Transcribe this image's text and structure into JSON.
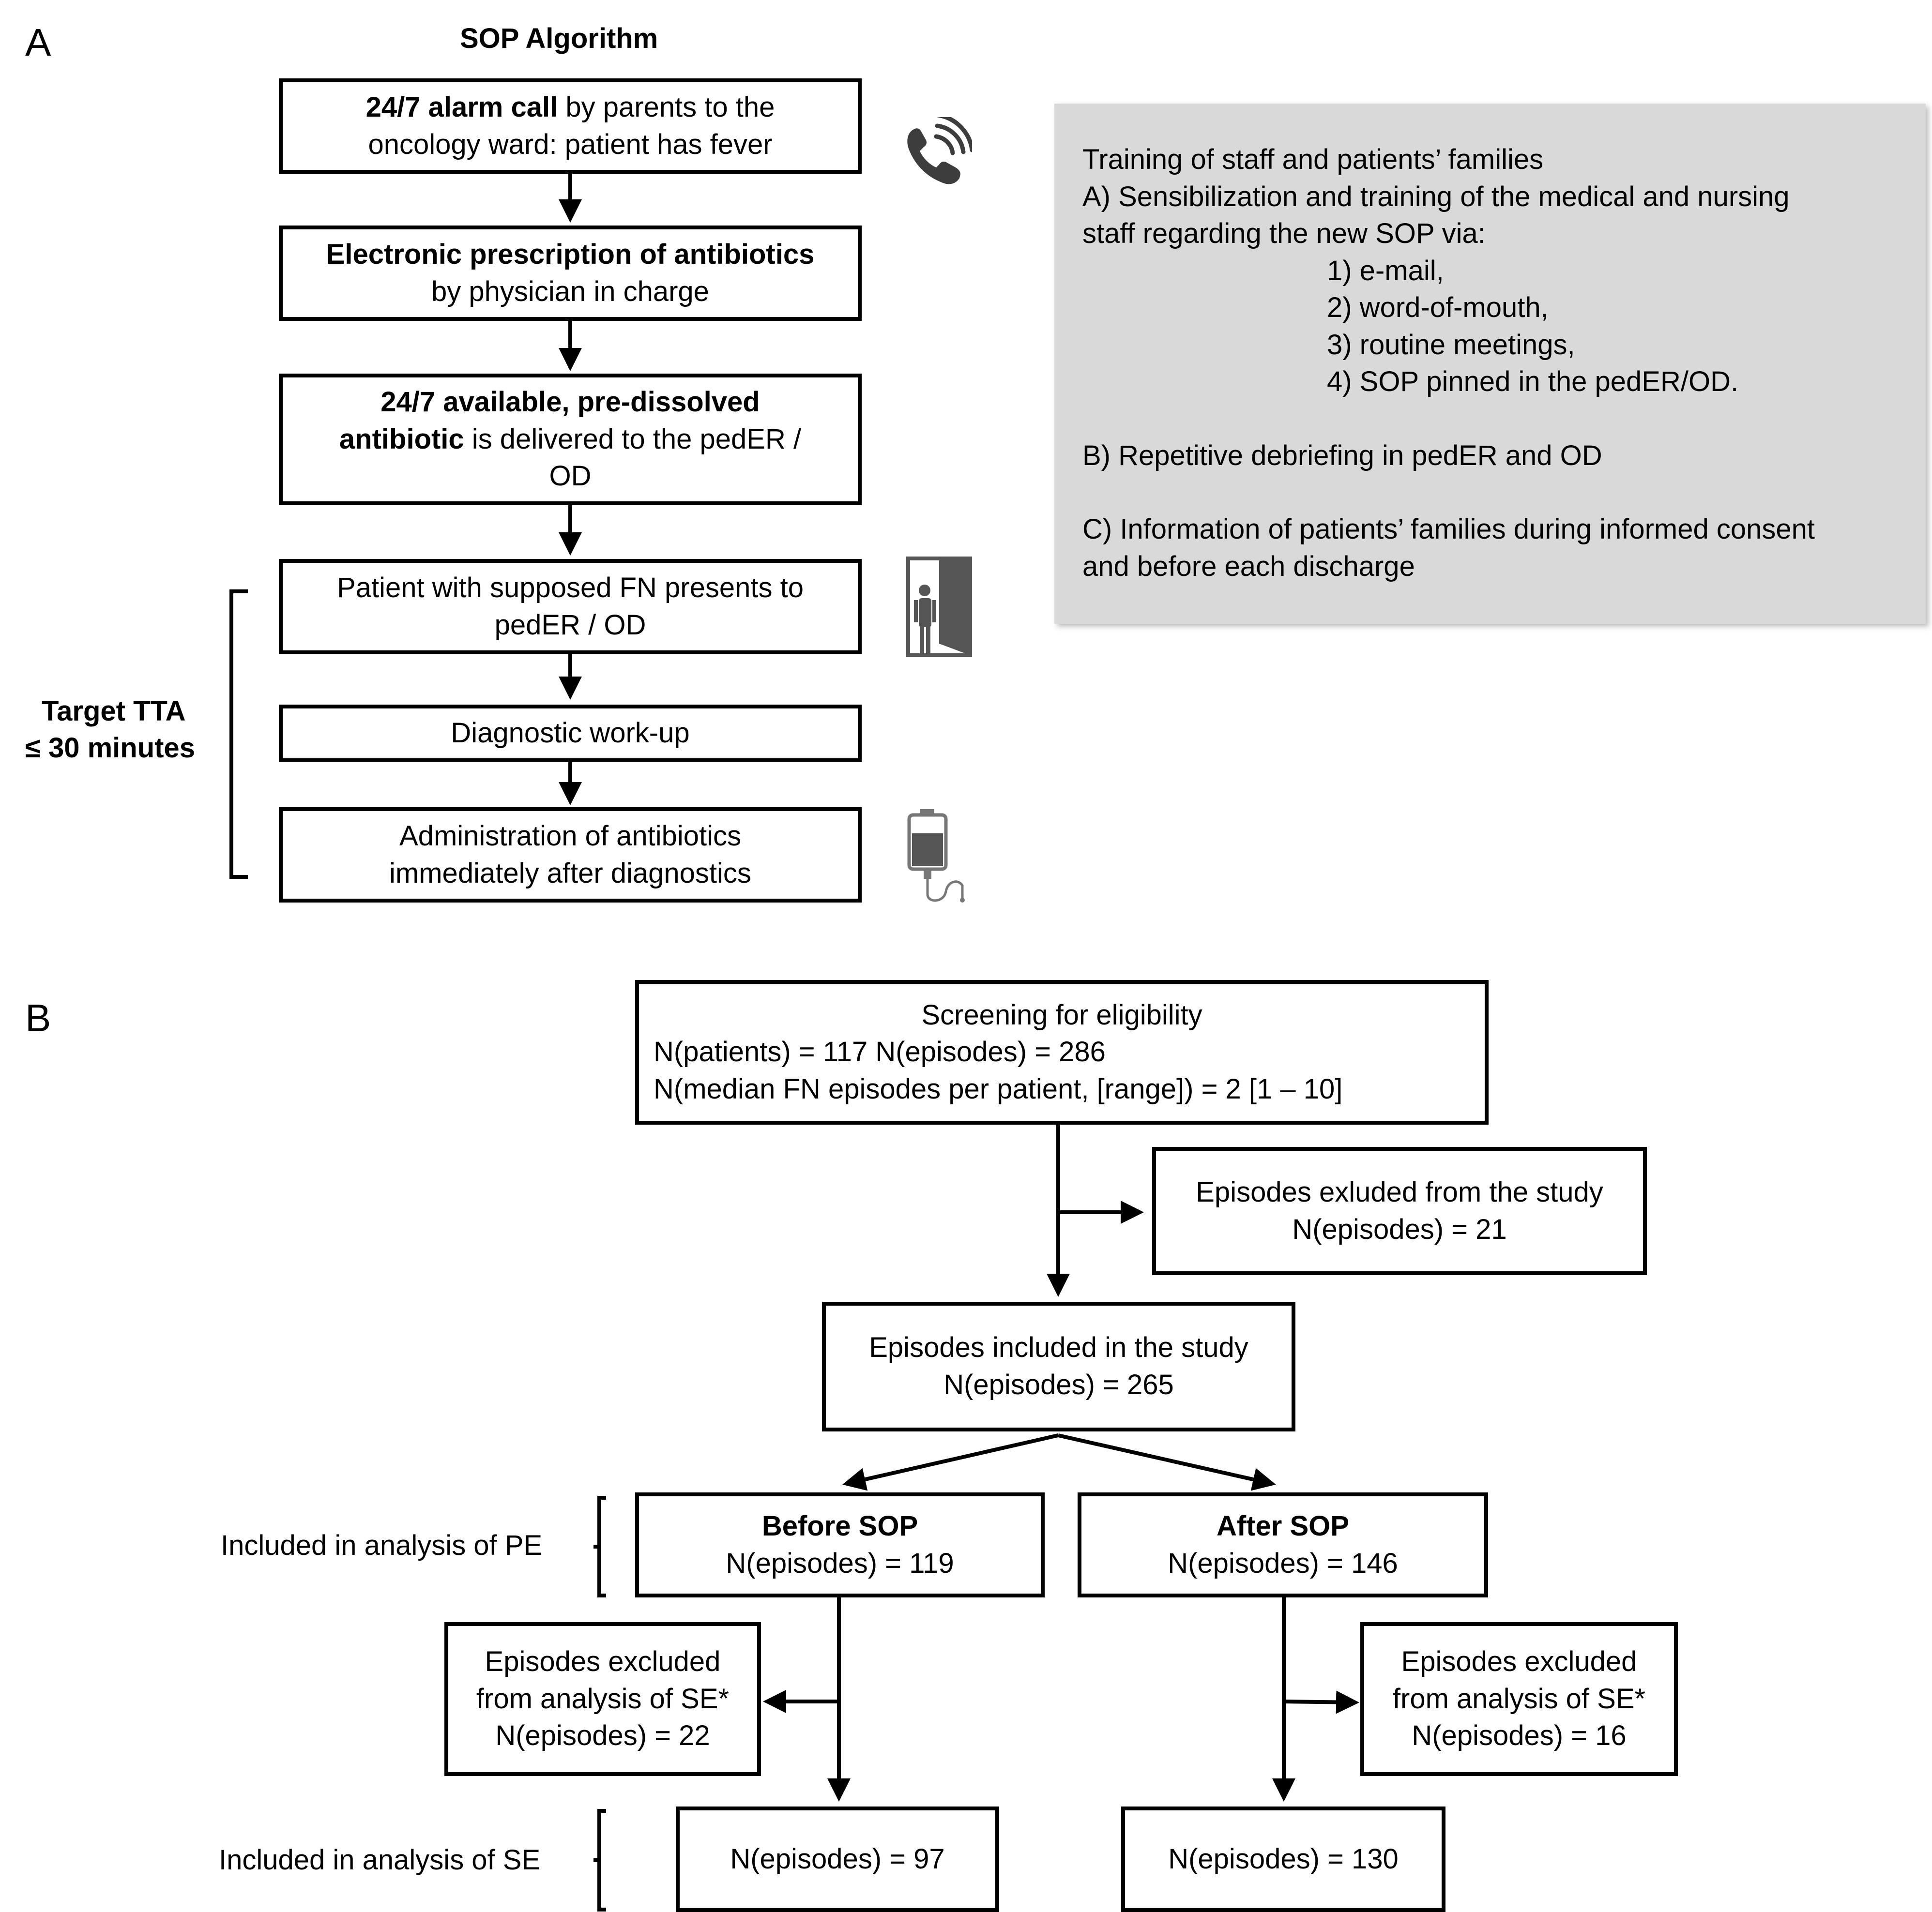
{
  "panel_a": {
    "label": "A",
    "title": "SOP Algorithm",
    "steps": [
      {
        "bold": "24/7 alarm call",
        "rest": " by parents to the",
        "line2": "oncology ward: patient has fever"
      },
      {
        "bold": "Electronic prescription of antibiotics",
        "line2": "by physician in charge"
      },
      {
        "line1": "24/7 available, pre-dissolved",
        "bold2": "antibiotic",
        "rest2": " is delivered to the pedER /",
        "line3": "OD"
      },
      {
        "line1": "Patient with supposed FN presents to",
        "line2": "pedER / OD"
      },
      {
        "line1": "Diagnostic work-up"
      },
      {
        "line1": "Administration of antibiotics",
        "line2": "immediately after diagnostics"
      }
    ],
    "target": {
      "line1": "Target TTA",
      "line2": "≤ 30 minutes"
    },
    "icons": {
      "phone": "phone-icon",
      "door": "door-person-icon",
      "iv": "iv-bag-icon"
    }
  },
  "training": {
    "lines": [
      "Training of staff and patients’ families",
      "A) Sensibilization and training of the medical and nursing",
      "staff regarding the new SOP via:"
    ],
    "items": [
      "1) e-mail,",
      "2) word-of-mouth,",
      "3) routine meetings,",
      "4) SOP pinned in the pedER/OD."
    ],
    "b": "B) Repetitive debriefing in pedER and OD",
    "c1": "C) Information of patients’ families during informed consent",
    "c2": "and before each discharge"
  },
  "panel_b": {
    "label": "B",
    "screening": {
      "title": "Screening for eligibility",
      "line2": "N(patients) = 117   N(episodes) = 286",
      "line3": "N(median FN episodes per patient, [range]) = 2 [1 – 10]"
    },
    "excluded": {
      "line1": "Episodes exluded from the study",
      "line2": "N(episodes) = 21"
    },
    "included": {
      "line1": "Episodes included in the study",
      "line2": "N(episodes) = 265"
    },
    "before": {
      "title": "Before SOP",
      "line2": "N(episodes) = 119"
    },
    "after": {
      "title": "After SOP",
      "line2": "N(episodes) = 146"
    },
    "excl_before": {
      "line1": "Episodes excluded",
      "line2": "from analysis of SE*",
      "line3": "N(episodes) = 22"
    },
    "excl_after": {
      "line1": "Episodes excluded",
      "line2": "from analysis of SE*",
      "line3": "N(episodes) = 16"
    },
    "se_before": "N(episodes) = 97",
    "se_after": "N(episodes) = 130",
    "label_pe": "Included in analysis of PE",
    "label_se": "Included in analysis of SE"
  }
}
